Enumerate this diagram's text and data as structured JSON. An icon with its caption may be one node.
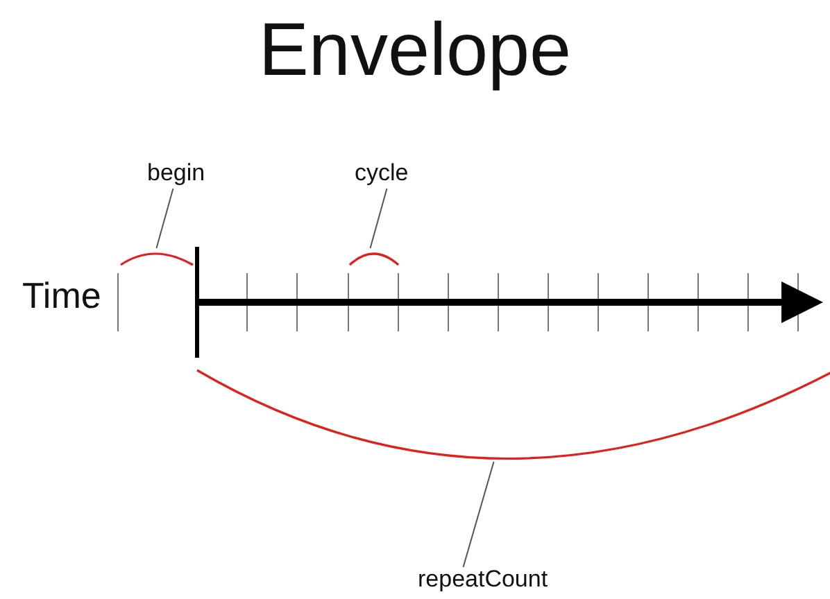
{
  "diagram": {
    "title": "Envelope",
    "nodes": [
      {
        "text": [
          "begin"
        ]
      },
      {
        "text": [],
        "shape": "arc"
      },
      {
        "text": [
          "cycle"
        ]
      },
      {
        "text": [],
        "shape": "arc"
      },
      {
        "text": [],
        "shape": "arc"
      },
      {
        "text": [
          "repeatCount"
        ]
      }
    ],
    "edges": [
      {
        "from": 0,
        "to": 1,
        "arrow": "none"
      },
      {
        "from": 2,
        "to": 3,
        "arrow": "none"
      },
      {
        "from": 5,
        "to": 4,
        "arrow": "none"
      }
    ],
    "labels": [
      "Time"
    ]
  }
}
